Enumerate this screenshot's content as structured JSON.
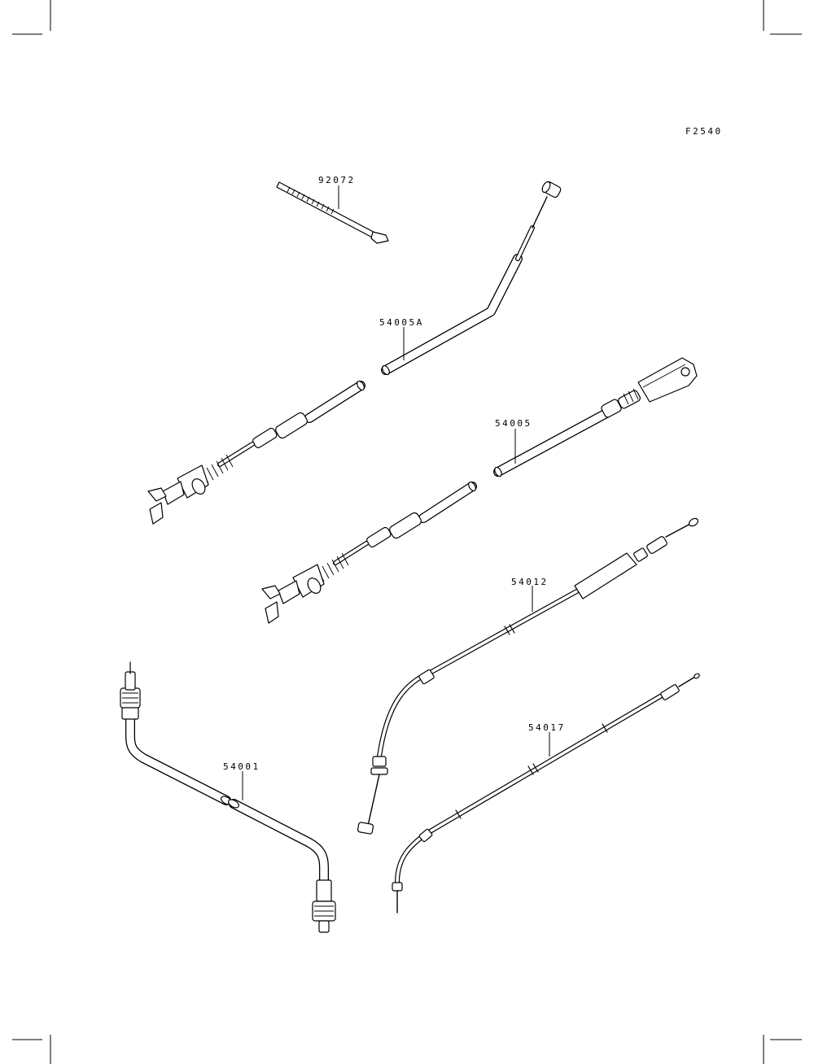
{
  "figure_code": "F2540",
  "callouts": {
    "tie": "92072",
    "choke_cable": "54005A",
    "brake_cable": "54005",
    "throttle_cable": "54012",
    "clutch_cable": "54017",
    "speedometer_cable": "54001"
  }
}
